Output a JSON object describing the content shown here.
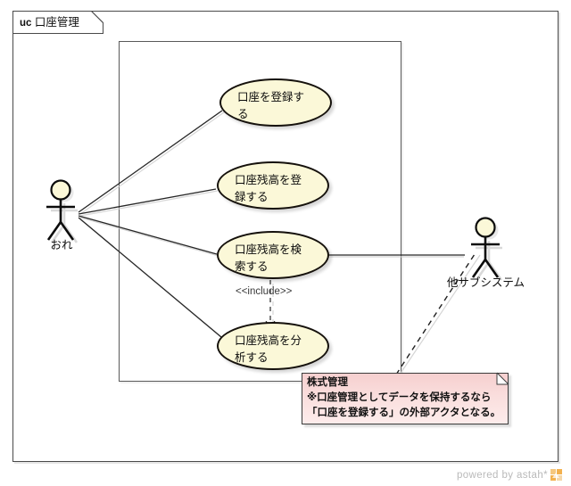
{
  "diagram": {
    "frame": {
      "kind": "uc",
      "name": "口座管理"
    },
    "usecases": [
      {
        "id": "uc1",
        "label": "口座を登録する",
        "line1": "口座を登録す",
        "line2": "る"
      },
      {
        "id": "uc2",
        "label": "口座残高を登録する",
        "line1": "口座残高を登",
        "line2": "録する"
      },
      {
        "id": "uc3",
        "label": "口座残高を検索する",
        "line1": "口座残高を検",
        "line2": "索する"
      },
      {
        "id": "uc4",
        "label": "口座残高を分析する",
        "line1": "口座残高を分",
        "line2": "析する"
      }
    ],
    "actors": [
      {
        "id": "actor-ore",
        "label": "おれ"
      },
      {
        "id": "actor-subsystem",
        "label": "他サブシステム"
      }
    ],
    "relations": [
      {
        "id": "include-rel",
        "stereotype": "<<include>>"
      }
    ],
    "note": {
      "line1": "株式管理",
      "line2": "※口座管理としてデータを保持するなら",
      "line3": "「口座を登録する」の外部アクタとなる。"
    }
  },
  "watermark": {
    "text": "powered by astah*"
  },
  "colors": {
    "usecase_fill": "#fbf8d8",
    "usecase_stroke": "#15110c",
    "actor_head_fill": "#fbf8d8",
    "note_fill": "#f6cfcf",
    "frame_stroke": "#4a4a4a",
    "line_stroke": "#262626",
    "watermark_text": "#b9b9b9",
    "astah_logo": "#f5a623"
  }
}
